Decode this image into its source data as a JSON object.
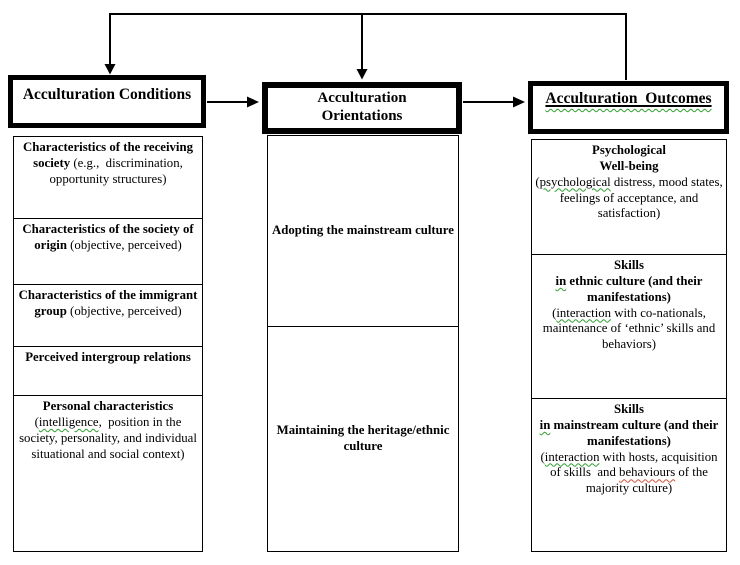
{
  "colors": {
    "line": "#000000",
    "text": "#000000",
    "background": "#ffffff",
    "grammar_squiggle": "#2f9e2f",
    "spell_squiggle": "#d0503c"
  },
  "conditions": {
    "header": [
      {
        "t": "Acculturation Conditions",
        "c": "b"
      }
    ],
    "cells": [
      {
        "name": "receiving-society",
        "segments": [
          {
            "t": "Characteristics of the receiving society",
            "c": "b"
          },
          {
            "t": " (e.g.,  discrimination, opportunity structures)"
          }
        ]
      },
      {
        "name": "society-of-origin",
        "segments": [
          {
            "t": "Characteristics of the society of origin",
            "c": "b"
          },
          {
            "t": " (objective, perceived)"
          }
        ]
      },
      {
        "name": "immigrant-group",
        "segments": [
          {
            "t": "Characteristics of the immigrant group",
            "c": "b"
          },
          {
            "t": " (objective, perceived)"
          }
        ]
      },
      {
        "name": "perceived-intergroup-relations",
        "segments": [
          {
            "t": "Perceived intergroup relations",
            "c": "b"
          }
        ]
      },
      {
        "name": "personal-characteristics",
        "segments": [
          {
            "t": "Personal characteristics",
            "c": "b"
          },
          {
            "br": true
          },
          {
            "t": "("
          },
          {
            "t": "intelligence",
            "c": "sqg"
          },
          {
            "t": ",  position in the society, personality, and individual situational and social context)"
          }
        ]
      }
    ]
  },
  "orientations": {
    "header": [
      {
        "t": "Acculturation",
        "c": "b"
      },
      {
        "br": true
      },
      {
        "t": "Orientations",
        "c": "b"
      }
    ],
    "cells": [
      {
        "name": "adopting-mainstream",
        "segments": [
          {
            "t": "Adopting the mainstream culture",
            "c": "b"
          }
        ]
      },
      {
        "name": "maintaining-heritage",
        "segments": [
          {
            "t": "Maintaining the heritage/ethnic culture",
            "c": "b"
          }
        ]
      }
    ]
  },
  "outcomes": {
    "header": [
      {
        "t": "Acculturation  Outcomes",
        "c": "b ulx",
        "c2": "sqg2"
      }
    ],
    "cells": [
      {
        "name": "psychological-well-being",
        "segments": [
          {
            "t": "Psychological",
            "c": "b"
          },
          {
            "br": true
          },
          {
            "t": "Well-being",
            "c": "b"
          },
          {
            "br": true
          },
          {
            "t": "("
          },
          {
            "t": "psychological",
            "c": "sqg"
          },
          {
            "t": " distress, mood states, feelings of acceptance, and satisfaction)"
          }
        ]
      },
      {
        "name": "skills-ethnic-culture",
        "segments": [
          {
            "t": "Skills",
            "c": "b"
          },
          {
            "br": true
          },
          {
            "t": "in",
            "c": "b sqg"
          },
          {
            "t": " ethnic culture (and their manifestations)",
            "c": "b"
          },
          {
            "br": true
          },
          {
            "t": "("
          },
          {
            "t": "interaction",
            "c": "sqg"
          },
          {
            "t": " with co-nationals, maintenance of ‘ethnic’ skills and behaviors)"
          }
        ]
      },
      {
        "name": "skills-mainstream-culture",
        "segments": [
          {
            "t": "Skills",
            "c": "b"
          },
          {
            "br": true
          },
          {
            "t": "in",
            "c": "b sqg"
          },
          {
            "t": " mainstream culture (and their manifestations)",
            "c": "b"
          },
          {
            "br": true
          },
          {
            "t": "("
          },
          {
            "t": "interaction",
            "c": "sqg"
          },
          {
            "t": " with hosts, acquisition of skills  and "
          },
          {
            "t": "behaviours",
            "c": "sqr"
          },
          {
            "t": " of the majority culture)"
          }
        ]
      }
    ]
  }
}
